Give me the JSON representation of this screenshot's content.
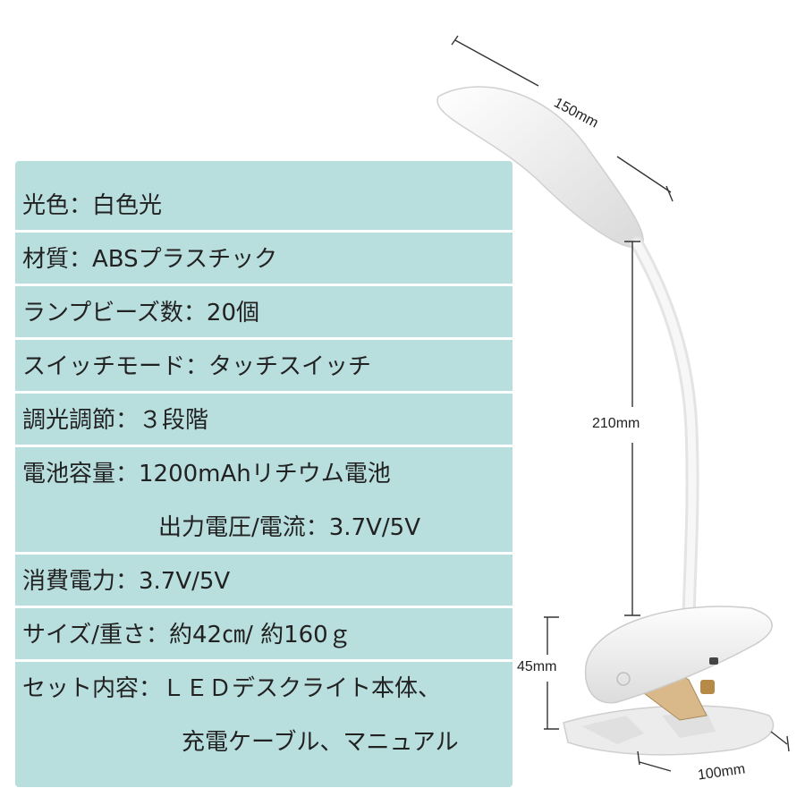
{
  "specs": [
    {
      "text": "光色：白色光"
    },
    {
      "text": "材質：ABSプラスチック"
    },
    {
      "text": "ランプビーズ数：20個"
    },
    {
      "text": "スイッチモード：タッチスイッチ"
    },
    {
      "text": "調光調節：３段階"
    },
    {
      "text": "電池容量：1200mAhリチウム電池"
    },
    {
      "text": "出力電圧/電流：3.7V/5V"
    },
    {
      "text": "消費電力：3.7V/5V"
    },
    {
      "text": "サイズ/重さ：約42㎝/ 約160ｇ"
    },
    {
      "text": "セット内容：ＬＥＤデスクライト本体、"
    },
    {
      "text": "充電ケーブル、マニュアル"
    }
  ],
  "dimensions": {
    "head_width": "150mm",
    "neck_height": "210mm",
    "clip_height": "45mm",
    "base_width": "100mm"
  },
  "colors": {
    "panel": "#b9dede",
    "lamp_body": "#f4f4f4"
  }
}
